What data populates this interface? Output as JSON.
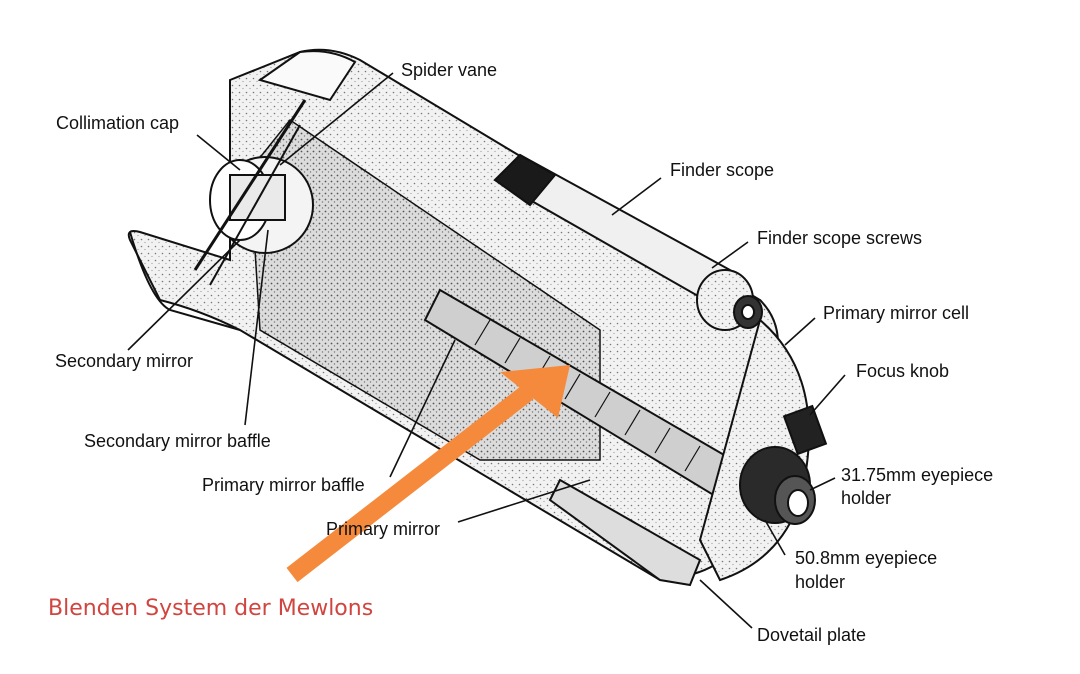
{
  "labels": {
    "spider_vane": "Spider vane",
    "collimation_cap": "Collimation cap",
    "finder_scope": "Finder scope",
    "finder_scope_screws": "Finder scope screws",
    "primary_mirror_cell": "Primary mirror cell",
    "focus_knob": "Focus knob",
    "eyepiece_3175_line1": "31.75mm eyepiece",
    "eyepiece_3175_line2": "holder",
    "secondary_mirror": "Secondary mirror",
    "secondary_mirror_baffle": "Secondary mirror baffle",
    "primary_mirror_baffle": "Primary mirror baffle",
    "primary_mirror": "Primary mirror",
    "eyepiece_508_line1": "50.8mm eyepiece",
    "eyepiece_508_line2": "holder",
    "dovetail_plate": "Dovetail plate"
  },
  "caption": "Blenden System der Mewlons",
  "colors": {
    "arrow": "#f58a3c",
    "caption": "#d0453f",
    "tube_fill": "#e9e9e9",
    "ink": "#111111"
  }
}
